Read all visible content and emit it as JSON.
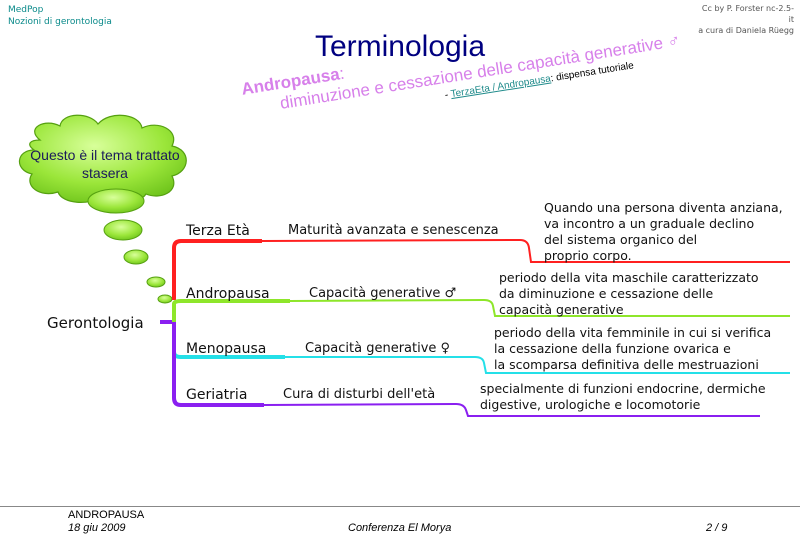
{
  "header": {
    "app": "MedPop",
    "section": "Nozioni di gerontologia",
    "credit_line1": "Cc by P. Forster nc-2.5-",
    "credit_line2": "it",
    "credit_line3": "a cura di Daniela Rüegg"
  },
  "title": "Terminologia",
  "topic": {
    "term": "Andropausa",
    "term_colon": ":",
    "definition": "diminuzione e cessazione delle capacità generative ♂",
    "link_prefix": "- ",
    "link_text": "TerzaEta / Andropausa",
    "link_suffix": ": dispensa tutoriale"
  },
  "cloud_text": "Questo è il tema trattato stasera",
  "mindmap": {
    "center": "Gerontologia",
    "branches": [
      {
        "name": "Terza Età",
        "sub": "Maturità avanzata e senescenza",
        "color": "#ff2020",
        "desc": [
          "Quando una persona diventa anziana,",
          "va incontro a un graduale declino",
          "del sistema organico del",
          "proprio corpo."
        ]
      },
      {
        "name": "Andropausa",
        "sub": "Capacità generative ♂",
        "color": "#8ee62a",
        "desc": [
          "periodo della vita maschile caratterizzato",
          "da diminuzione e cessazione delle",
          "capacità generative"
        ]
      },
      {
        "name": "Menopausa",
        "sub": "Capacità generative ♀",
        "color": "#24e0e8",
        "desc": [
          "periodo della vita femminile in cui si verifica",
          "la cessazione della funzione ovarica e",
          "la scomparsa definitiva delle mestruazioni"
        ]
      },
      {
        "name": "Geriatria",
        "sub": "Cura di disturbi dell'età",
        "color": "#8a1ff0",
        "desc": [
          "specialmente di funzioni endocrine, dermiche",
          "digestive, urologiche e locomotorie"
        ]
      }
    ]
  },
  "footer": {
    "topic": "ANDROPAUSA",
    "date": "18 giu 2009",
    "event": "Conferenza El Morya",
    "page": "2 / 9"
  }
}
